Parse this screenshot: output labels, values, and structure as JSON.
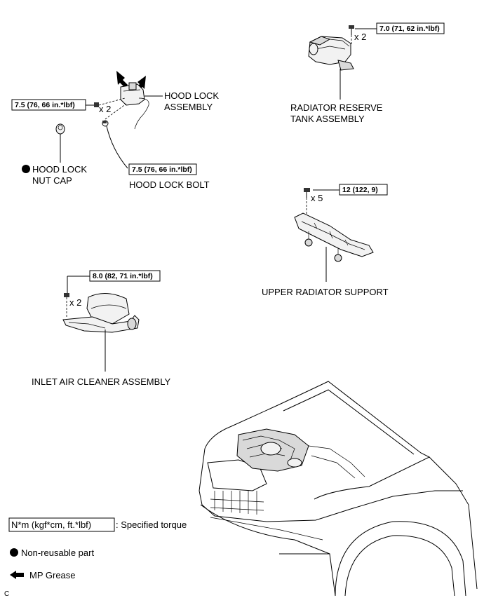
{
  "parts": {
    "hood_lock_assembly": "HOOD LOCK\nASSEMBLY",
    "hood_lock_nut_cap": "HOOD LOCK\nNUT CAP",
    "hood_lock_bolt": "HOOD LOCK BOLT",
    "radiator_reserve_tank": "RADIATOR RESERVE\nTANK ASSEMBLY",
    "upper_radiator_support": "UPPER RADIATOR SUPPORT",
    "inlet_air_cleaner": "INLET AIR CLEANER ASSEMBLY"
  },
  "torques": {
    "hood_lock_assembly": "7.5 (76, 66 in.*lbf)",
    "hood_lock_bolt": "7.5 (76, 66 in.*lbf)",
    "radiator_reserve_tank": "7.0 (71, 62 in.*lbf)",
    "upper_radiator_support": "12 (122, 9)",
    "inlet_air_cleaner": "8.0 (82, 71 in.*lbf)"
  },
  "quantities": {
    "hood_lock_assembly": "x 2",
    "radiator_reserve_tank": "x 2",
    "upper_radiator_support": "x 5",
    "inlet_air_cleaner": "x 2"
  },
  "legend": {
    "torque_unit": "N*m (kgf*cm, ft.*lbf)",
    "torque_desc": ": Specified torque",
    "non_reusable": "Non-reusable part",
    "mp_grease": "MP Grease"
  },
  "footer_code": "C"
}
